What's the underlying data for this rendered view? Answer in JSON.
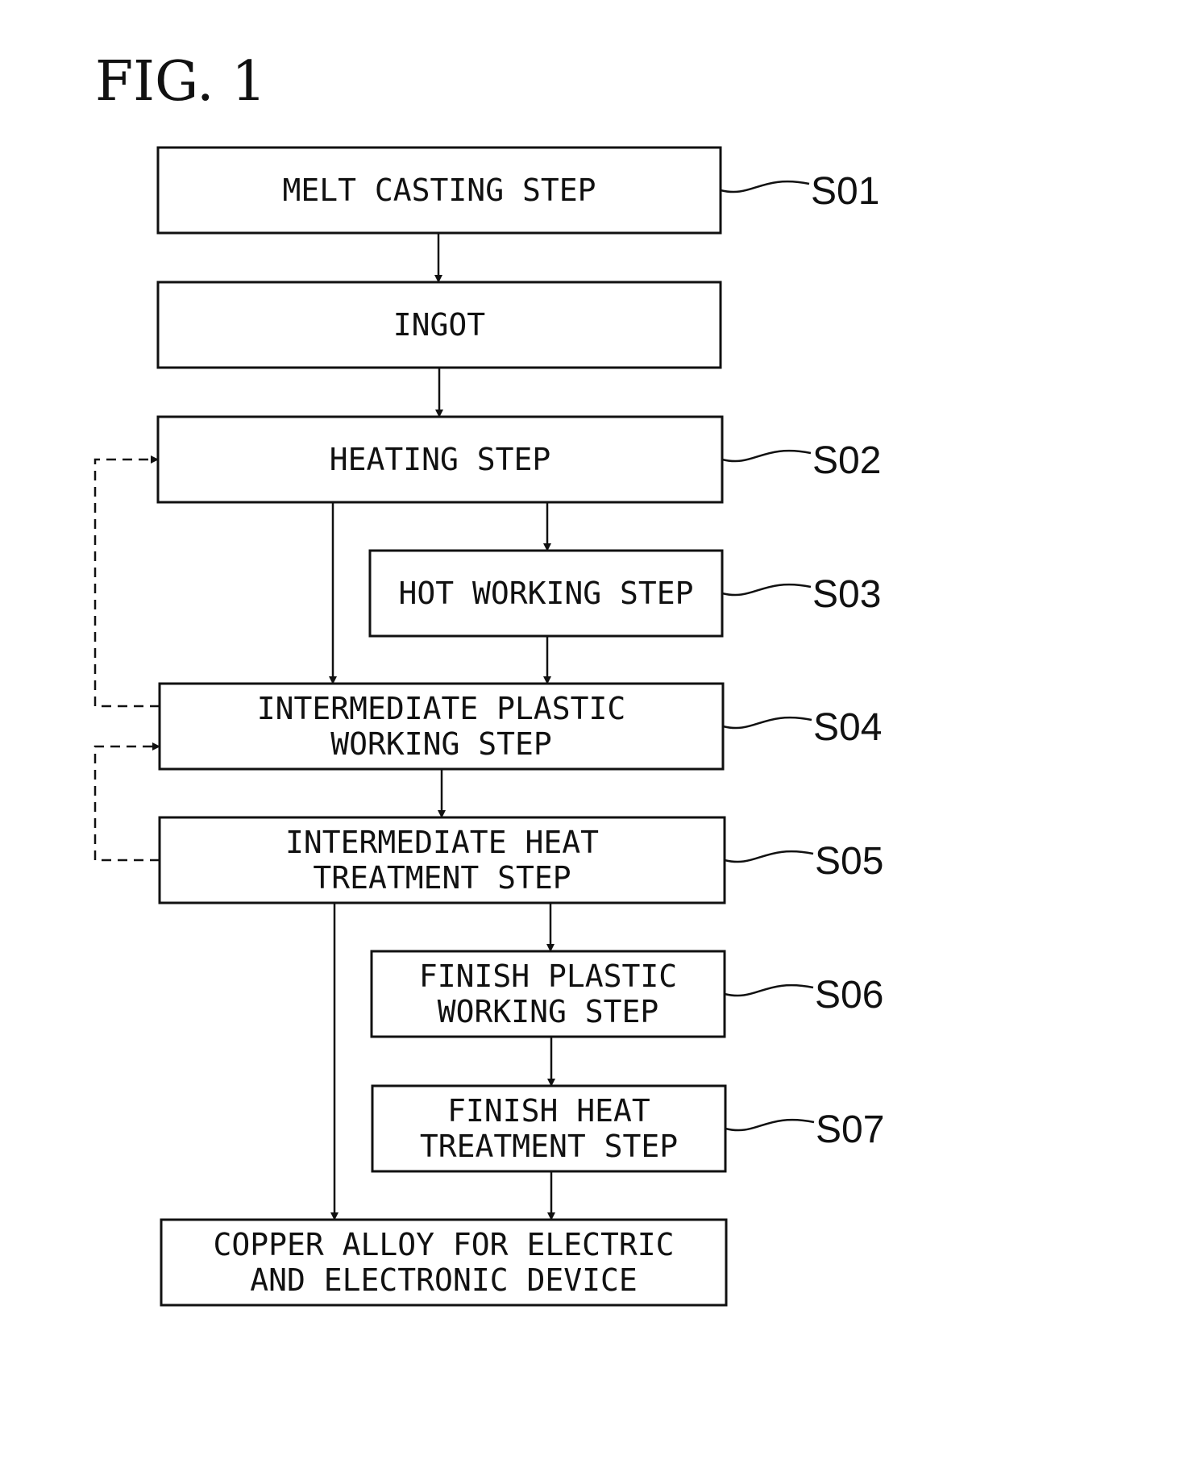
{
  "figure": {
    "title": "FIG. 1"
  },
  "nodes": {
    "melt": {
      "lines": [
        "MELT CASTING STEP"
      ],
      "label": "S01"
    },
    "ingot": {
      "lines": [
        "INGOT"
      ],
      "label": ""
    },
    "heating": {
      "lines": [
        "HEATING STEP"
      ],
      "label": "S02"
    },
    "hot": {
      "lines": [
        "HOT WORKING STEP"
      ],
      "label": "S03"
    },
    "interPlastic": {
      "lines": [
        "INTERMEDIATE PLASTIC",
        "WORKING STEP"
      ],
      "label": "S04"
    },
    "interHeat": {
      "lines": [
        "INTERMEDIATE HEAT",
        "TREATMENT STEP"
      ],
      "label": "S05"
    },
    "finishPlastic": {
      "lines": [
        "FINISH PLASTIC",
        "WORKING STEP"
      ],
      "label": "S06"
    },
    "finishHeat": {
      "lines": [
        "FINISH HEAT",
        "TREATMENT STEP"
      ],
      "label": "S07"
    },
    "product": {
      "lines": [
        "COPPER ALLOY FOR ELECTRIC",
        "AND ELECTRONIC DEVICE"
      ],
      "label": ""
    }
  },
  "edges": [
    {
      "from": "melt",
      "to": "ingot",
      "style": "solid"
    },
    {
      "from": "ingot",
      "to": "heating",
      "style": "solid"
    },
    {
      "from": "heating",
      "to": "hot",
      "style": "solid"
    },
    {
      "from": "heating",
      "to": "interPlastic",
      "style": "solid"
    },
    {
      "from": "hot",
      "to": "interPlastic",
      "style": "solid"
    },
    {
      "from": "interPlastic",
      "to": "interHeat",
      "style": "solid"
    },
    {
      "from": "interHeat",
      "to": "finishPlastic",
      "style": "solid"
    },
    {
      "from": "interHeat",
      "to": "product",
      "style": "solid"
    },
    {
      "from": "finishPlastic",
      "to": "finishHeat",
      "style": "solid"
    },
    {
      "from": "finishHeat",
      "to": "product",
      "style": "solid"
    },
    {
      "from": "interPlastic",
      "to": "heating",
      "style": "dashed"
    },
    {
      "from": "interHeat",
      "to": "interPlastic",
      "style": "dashed"
    }
  ]
}
